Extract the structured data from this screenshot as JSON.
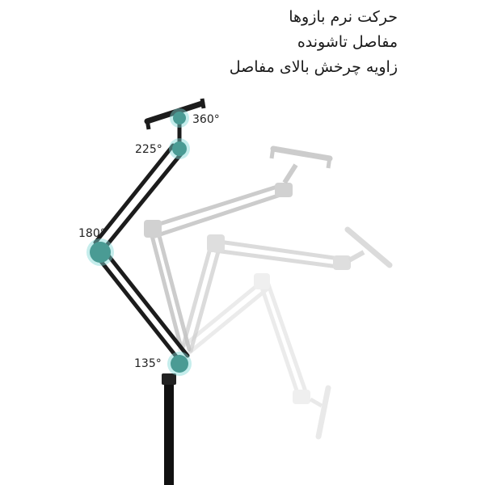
{
  "features": [
    "حرکت نرم بازوها",
    "مفاصل تاشونده",
    "زاویه چرخش بالای مفاصل"
  ],
  "angles": {
    "top": "360°",
    "upper": "225°",
    "middle": "180°",
    "bottom": "135°"
  },
  "colors": {
    "joint": "#4a9b94",
    "joint_glow": "#7fd8d4",
    "arm": "#1c1c1c",
    "ghost_arm": "#c8c8c8",
    "ghost_arm_light": "#dedede"
  }
}
